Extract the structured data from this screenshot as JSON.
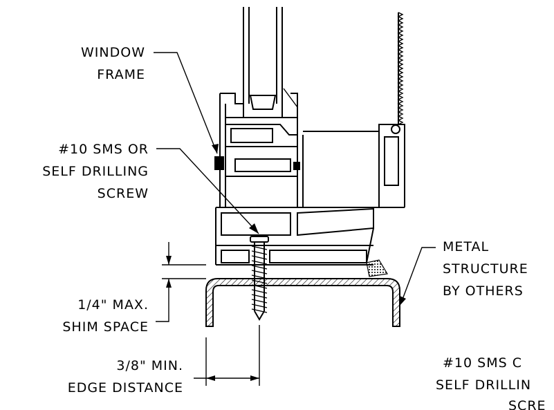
{
  "labels": {
    "window_frame": [
      "WINDOW",
      "FRAME"
    ],
    "screw": [
      "#10 SMS OR",
      "SELF DRILLING",
      "SCREW"
    ],
    "metal_structure": [
      "METAL",
      "STRUCTURE",
      "BY OTHERS"
    ],
    "shim": [
      "1/4\" MAX.",
      "SHIM SPACE"
    ],
    "edge": [
      "3/8\" MIN.",
      "EDGE DISTANCE"
    ],
    "screw_cropped": [
      "#10 SMS C",
      "SELF DRILLIN",
      "SCRE"
    ]
  }
}
